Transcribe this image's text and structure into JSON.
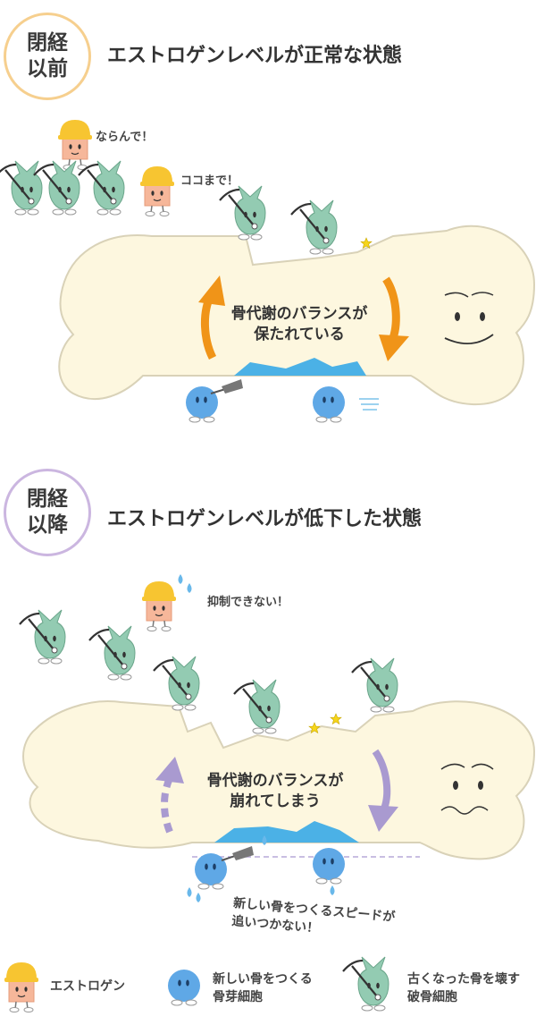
{
  "before": {
    "badge_line1": "閉経",
    "badge_line2": "以前",
    "heading": "エストロゲンレベルが正常な状態",
    "bubble_1": "ならんで！",
    "bubble_2": "ココまで！",
    "balance_line1": "骨代謝のバランスが",
    "balance_line2": "保たれている"
  },
  "after": {
    "badge_line1": "閉経",
    "badge_line2": "以降",
    "heading": "エストロゲンレベルが低下した状態",
    "bubble_1": "抑制できない！",
    "balance_line1": "骨代謝のバランスが",
    "balance_line2": "崩れてしまう",
    "note_line1": "新しい骨をつくるスピードが",
    "note_line2": "追いつかない！"
  },
  "legend": {
    "estrogen": "エストロゲン",
    "osteoblast_line1": "新しい骨をつくる",
    "osteoblast_line2": "骨芽細胞",
    "osteoclast_line1": "古くなった骨を壊す",
    "osteoclast_line2": "破骨細胞"
  },
  "colors": {
    "bone_fill": "#fdf7df",
    "bone_stroke": "#d9d2b8",
    "arrow_before": "#f09418",
    "arrow_after": "#a99ad0",
    "osteoclast": "#93cbb2",
    "osteoblast": "#5fa8e6",
    "estrogen_body": "#f6b79a",
    "helmet": "#f7c531",
    "new_bone": "#4bb1e6",
    "badge_before_border": "#f6cf8e",
    "badge_after_border": "#cbb6e0"
  }
}
